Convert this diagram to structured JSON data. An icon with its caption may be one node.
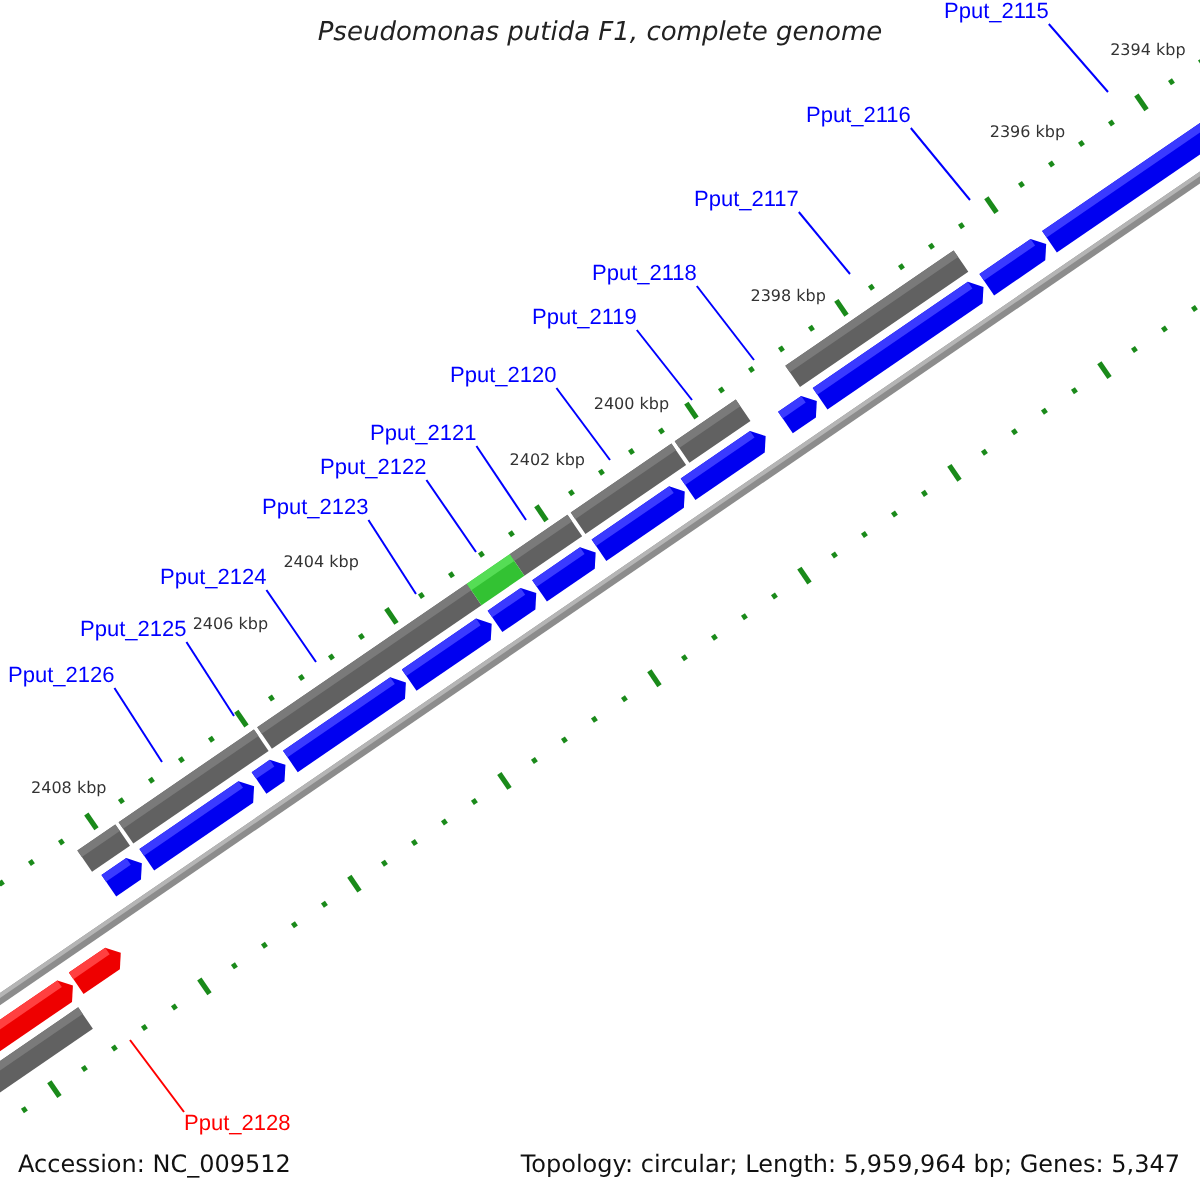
{
  "diagram": {
    "title": "Pseudomonas putida F1, complete genome",
    "nodes": [
      {
        "text": [
          "Pput_2115"
        ]
      },
      {
        "text": [
          "Pput_2116"
        ]
      },
      {
        "text": [
          "Pput_2117"
        ]
      },
      {
        "text": [
          "Pput_2118"
        ]
      },
      {
        "text": [
          "Pput_2119"
        ]
      },
      {
        "text": [
          "Pput_2120"
        ]
      },
      {
        "text": [
          "Pput_2121"
        ]
      },
      {
        "text": [
          "Pput_2122"
        ]
      },
      {
        "text": [
          "Pput_2123"
        ]
      },
      {
        "text": [
          "Pput_2124"
        ]
      },
      {
        "text": [
          "Pput_2125"
        ]
      },
      {
        "text": [
          "Pput_2126"
        ]
      },
      {
        "text": [
          "Pput_2128"
        ]
      }
    ],
    "edges": [
      {
        "from": 0,
        "to": null,
        "arrow": "none"
      },
      {
        "from": 1,
        "to": null,
        "arrow": "none"
      },
      {
        "from": 2,
        "to": null,
        "arrow": "none"
      },
      {
        "from": 3,
        "to": null,
        "arrow": "none"
      },
      {
        "from": 4,
        "to": null,
        "arrow": "none"
      },
      {
        "from": 5,
        "to": null,
        "arrow": "none"
      },
      {
        "from": 6,
        "to": null,
        "arrow": "none"
      },
      {
        "from": 7,
        "to": null,
        "arrow": "none"
      },
      {
        "from": 8,
        "to": null,
        "arrow": "none"
      },
      {
        "from": 9,
        "to": null,
        "arrow": "none"
      },
      {
        "from": 10,
        "to": null,
        "arrow": "none"
      },
      {
        "from": 11,
        "to": null,
        "arrow": "none"
      },
      {
        "from": 12,
        "to": null,
        "arrow": "none",
        "color": "#ff0000"
      }
    ],
    "labels": [
      "2394 kbp",
      "2396 kbp",
      "2398 kbp",
      "2400 kbp",
      "2402 kbp",
      "2404 kbp",
      "2406 kbp",
      "2408 kbp",
      "Accession: NC_009512",
      "Topology: circular; Length: 5,959,964 bp; Genes: 5,347"
    ]
  }
}
